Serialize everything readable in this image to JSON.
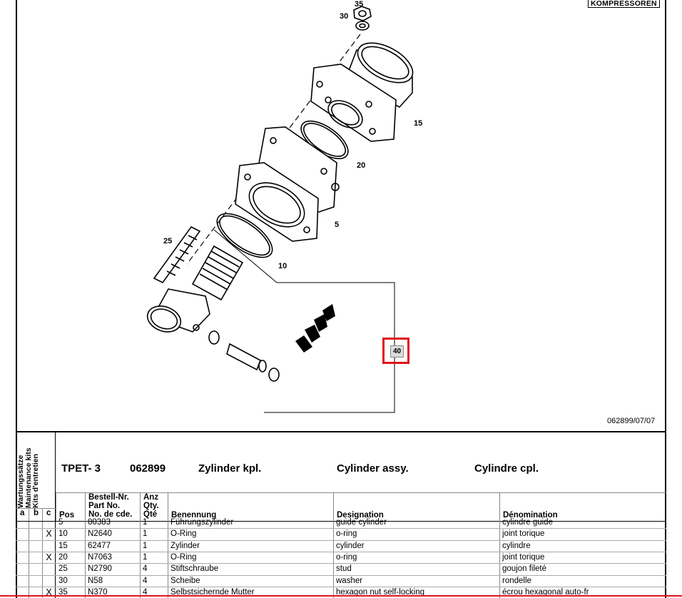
{
  "header": {
    "tag": "KOMPRESSOREN"
  },
  "drawing": {
    "callouts": {
      "c35": "35",
      "c30": "30",
      "c15": "15",
      "c20": "20",
      "c5": "5",
      "c25": "25",
      "c10": "10"
    },
    "ref_box_label": "40",
    "doc_ref": "062899/07/07"
  },
  "kits": {
    "line1": "Wartungssätze",
    "line2": "Maintenance kits",
    "line3": "Kits d'entretien",
    "a": "a",
    "b": "b",
    "c": "c"
  },
  "title": {
    "model": "TPET- 3",
    "number": "062899",
    "de": "Zylinder kpl.",
    "en": "Cylinder assy.",
    "fr": "Cylindre cpl."
  },
  "headers": {
    "pos": "Pos",
    "part_no": [
      "Bestell-Nr.",
      "Part No.",
      "No. de cde."
    ],
    "qty": [
      "Anz",
      "Qty.",
      "Qté"
    ],
    "de": "Benennung",
    "en": "Designation",
    "fr": "Dénomination"
  },
  "rows": [
    {
      "kit_c": "",
      "pos": "5",
      "part": "80383",
      "qty": "1",
      "de": "Führungszylinder",
      "en": "guide cylinder",
      "fr": "cylindre guide"
    },
    {
      "kit_c": "X",
      "pos": "10",
      "part": "N2640",
      "qty": "1",
      "de": "O-Ring",
      "en": "o-ring",
      "fr": "joint torique"
    },
    {
      "kit_c": "",
      "pos": "15",
      "part": "62477",
      "qty": "1",
      "de": "Zylinder",
      "en": "cylinder",
      "fr": "cylindre"
    },
    {
      "kit_c": "X",
      "pos": "20",
      "part": "N7063",
      "qty": "1",
      "de": "O-Ring",
      "en": "o-ring",
      "fr": "joint torique"
    },
    {
      "kit_c": "",
      "pos": "25",
      "part": "N2790",
      "qty": "4",
      "de": "Stiftschraube",
      "en": "stud",
      "fr": "goujon fileté"
    },
    {
      "kit_c": "",
      "pos": "30",
      "part": "N58",
      "qty": "4",
      "de": "Scheibe",
      "en": "washer",
      "fr": "rondelle"
    },
    {
      "kit_c": "X",
      "pos": "35",
      "part": "N370",
      "qty": "4",
      "de": "Selbstsichernde Mutter",
      "en": "hexagon nut self-locking",
      "fr": "écrou hexagonal auto-fr"
    }
  ]
}
